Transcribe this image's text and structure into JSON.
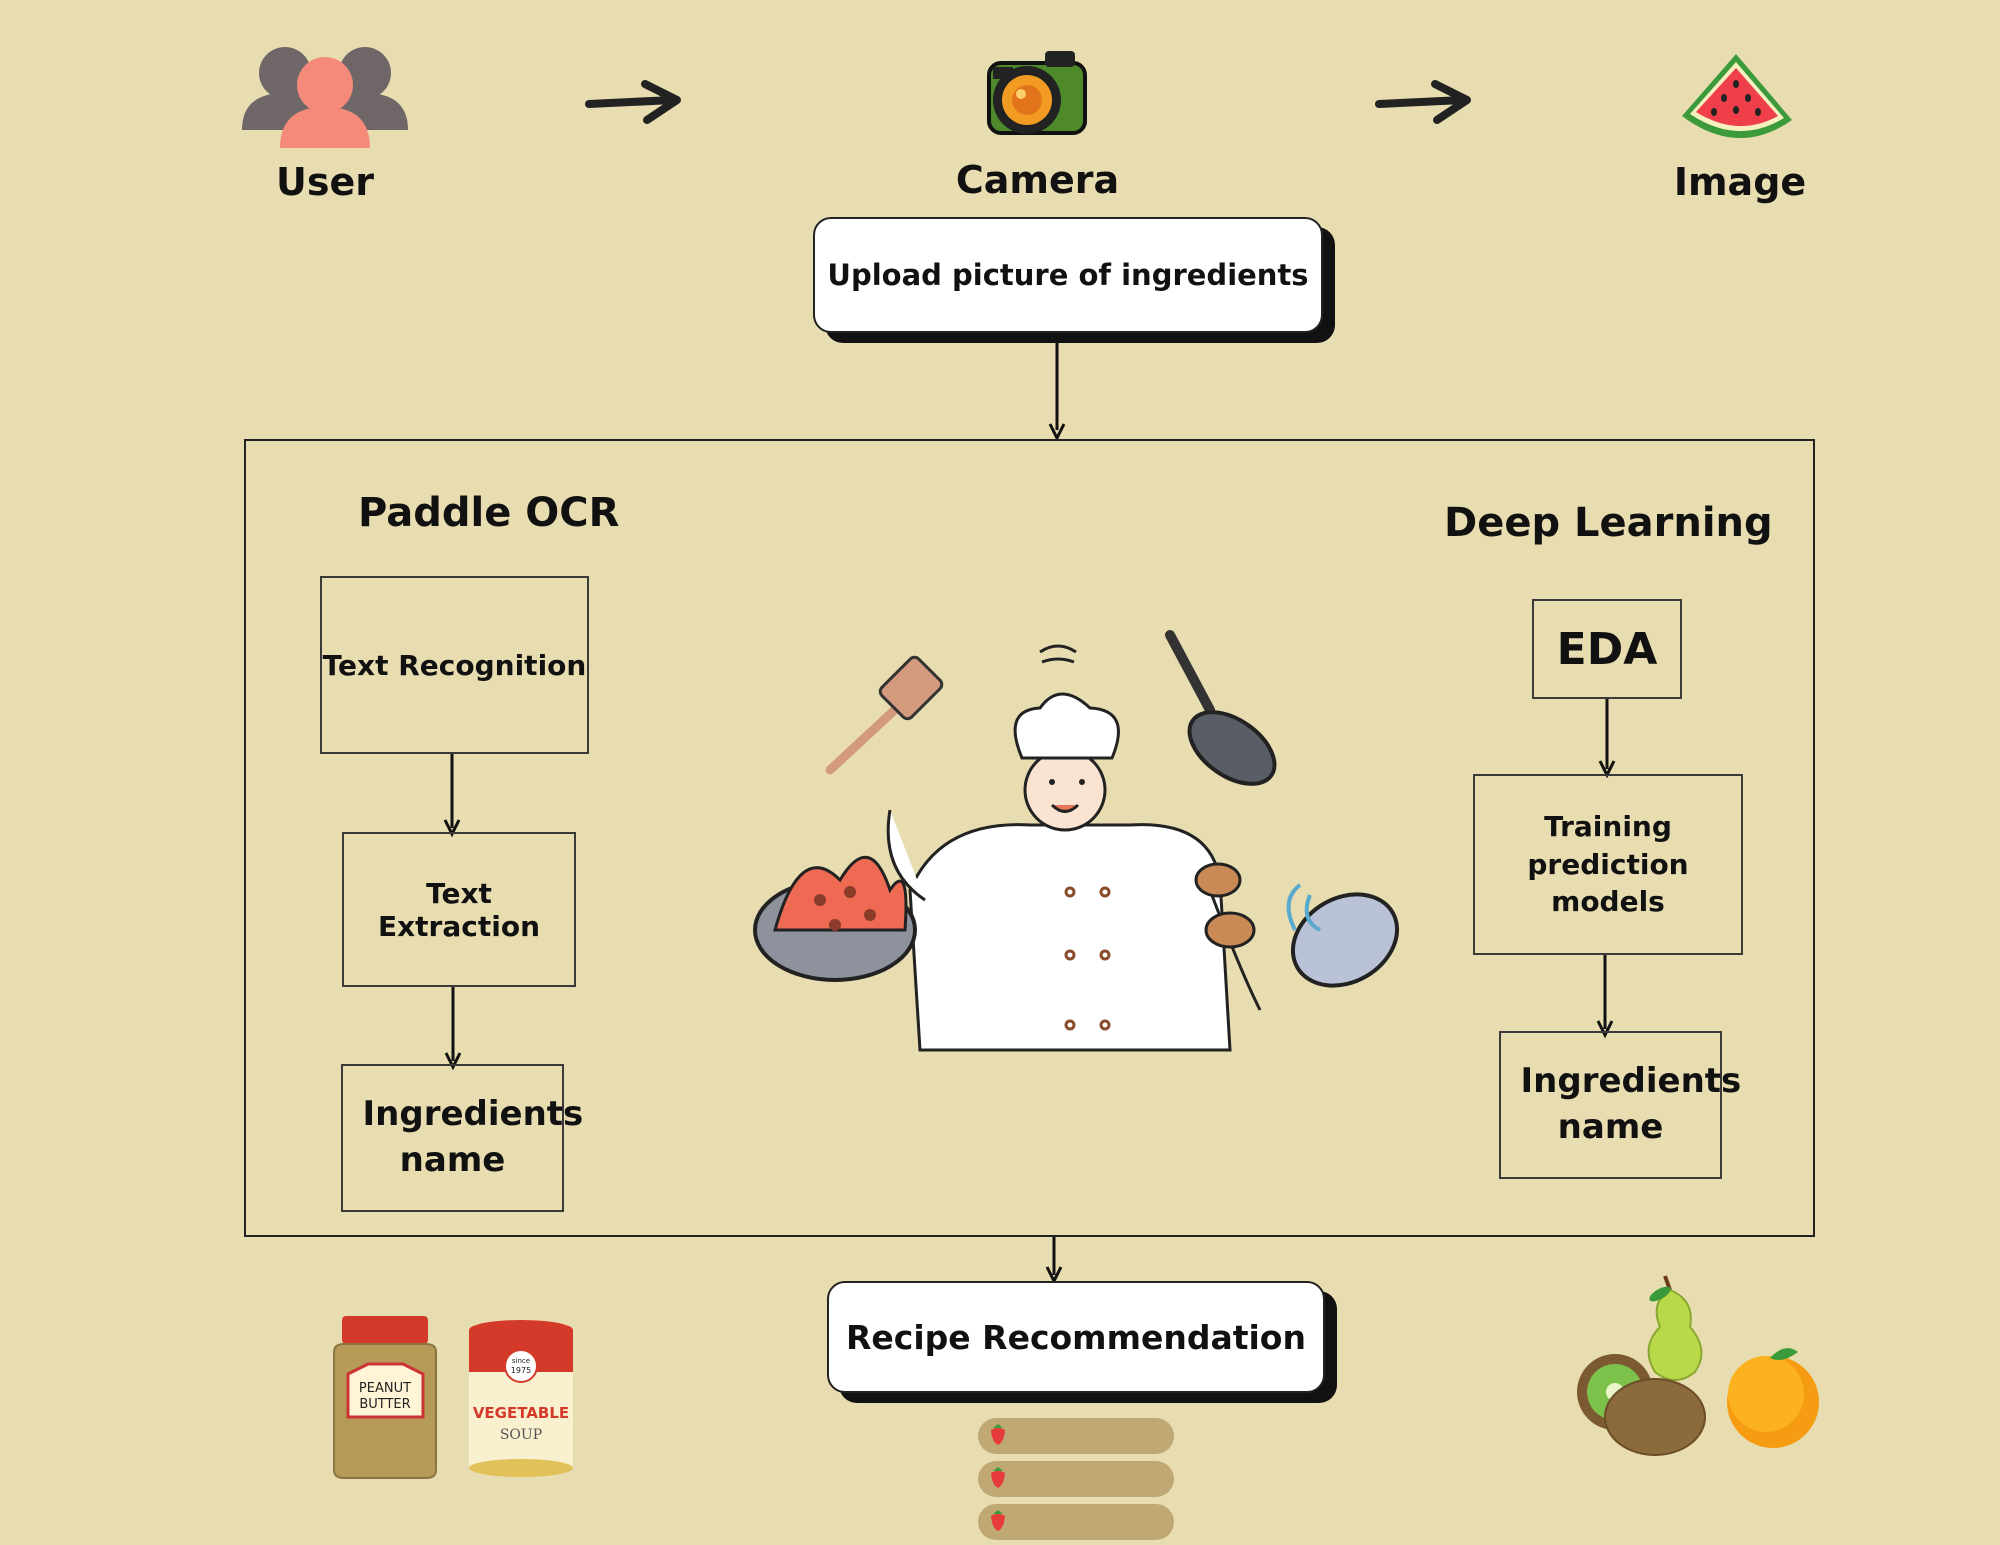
{
  "top_flow": {
    "user_label": "User",
    "camera_label": "Camera",
    "image_label": "Image"
  },
  "upload_box": {
    "label": "Upload picture of ingredients"
  },
  "paddle_ocr": {
    "title": "Paddle OCR",
    "steps": [
      "Text Recognition",
      "Text Extraction",
      "Ingredients name"
    ]
  },
  "deep_learning": {
    "title": "Deep Learning",
    "steps": [
      "EDA",
      "Training prediction models",
      "Ingredients name"
    ]
  },
  "recipe_box": {
    "label": "Recipe Recommendation"
  },
  "jars": {
    "peanut": [
      "PEANUT",
      "BUTTER"
    ],
    "soup": [
      "since",
      "1975",
      "VEGETABLE",
      "SOUP"
    ]
  },
  "colors": {
    "background": "#e8ddb0",
    "user_front": "#f58a7a",
    "user_back": "#6f6767",
    "bar": "#bfa873"
  },
  "icons": [
    "users-icon",
    "arrow-right-icon",
    "camera-icon",
    "watermelon-icon",
    "chef-illustration",
    "peanut-butter-jar-icon",
    "soup-can-icon",
    "fruit-icon",
    "strawberry-icon"
  ]
}
